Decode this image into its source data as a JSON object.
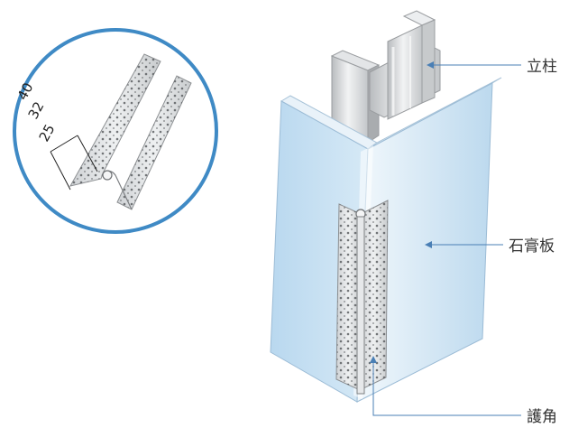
{
  "labels": {
    "stud": "立柱",
    "gypsum_board": "石膏板",
    "corner_bead": "護角"
  },
  "dimensions": [
    "40",
    "32",
    "25"
  ],
  "icons": {
    "stud": "steel-c-stud-icon",
    "board": "gypsum-board-icon",
    "bead": "perforated-corner-bead-icon",
    "detail": "magnified-detail-circle-icon"
  },
  "colors": {
    "leader_line": "#4a7fb5",
    "detail_circle": "#3f8ac5",
    "board_face": "#c9e2f3",
    "board_edge": "#e7f1f9",
    "metal": "#d9dcdf"
  }
}
